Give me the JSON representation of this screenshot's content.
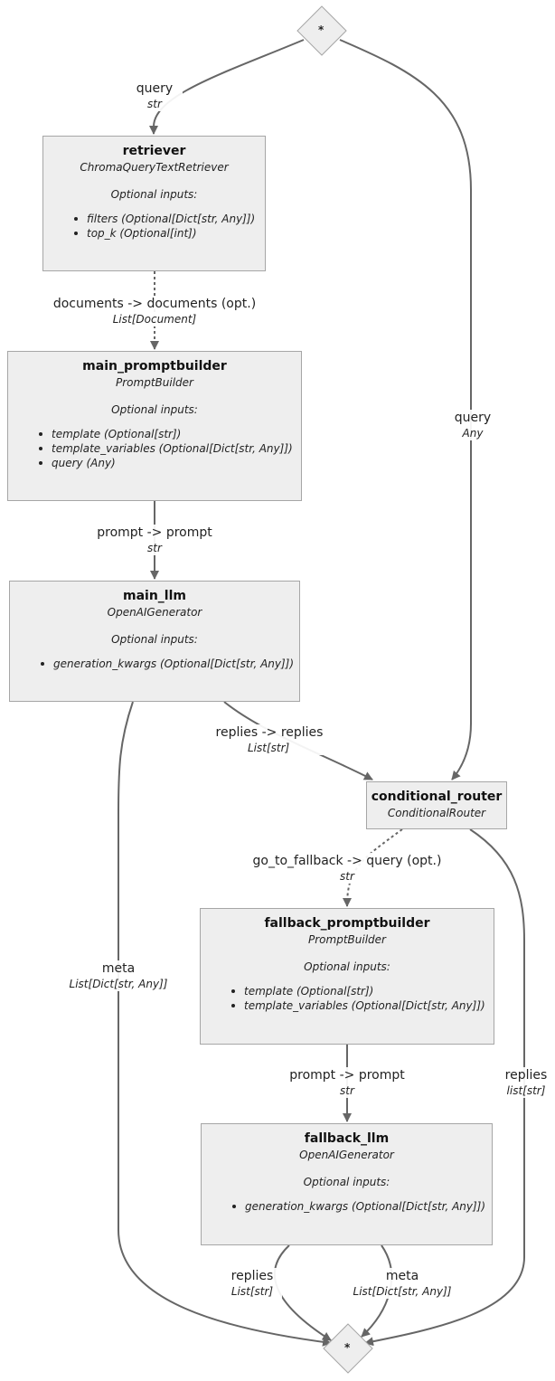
{
  "start_marker": "*",
  "end_marker": "*",
  "optional_label": "Optional inputs:",
  "nodes": {
    "retriever": {
      "name": "retriever",
      "type": "ChromaQueryTextRetriever",
      "inputs": [
        "filters (Optional[Dict[str, Any]])",
        "top_k (Optional[int])"
      ]
    },
    "main_promptbuilder": {
      "name": "main_promptbuilder",
      "type": "PromptBuilder",
      "inputs": [
        "template (Optional[str])",
        "template_variables (Optional[Dict[str, Any]])",
        "query (Any)"
      ]
    },
    "main_llm": {
      "name": "main_llm",
      "type": "OpenAIGenerator",
      "inputs": [
        "generation_kwargs (Optional[Dict[str, Any]])"
      ]
    },
    "conditional_router": {
      "name": "conditional_router",
      "type": "ConditionalRouter"
    },
    "fallback_promptbuilder": {
      "name": "fallback_promptbuilder",
      "type": "PromptBuilder",
      "inputs": [
        "template (Optional[str])",
        "template_variables (Optional[Dict[str, Any]])"
      ]
    },
    "fallback_llm": {
      "name": "fallback_llm",
      "type": "OpenAIGenerator",
      "inputs": [
        "generation_kwargs (Optional[Dict[str, Any]])"
      ]
    }
  },
  "edges": {
    "start_query_retriever": {
      "name": "query",
      "type": "str"
    },
    "start_query_router": {
      "name": "query",
      "type": "Any"
    },
    "retriever_docs": {
      "name": "documents -> documents (opt.)",
      "type": "List[Document]"
    },
    "main_prompt": {
      "name": "prompt -> prompt",
      "type": "str"
    },
    "main_replies": {
      "name": "replies -> replies",
      "type": "List[str]"
    },
    "main_meta": {
      "name": "meta",
      "type": "List[Dict[str, Any]]"
    },
    "router_fallback": {
      "name": "go_to_fallback -> query (opt.)",
      "type": "str"
    },
    "router_replies": {
      "name": "replies",
      "type": "list[str]"
    },
    "fallback_prompt": {
      "name": "prompt -> prompt",
      "type": "str"
    },
    "fallback_replies": {
      "name": "replies",
      "type": "List[str]"
    },
    "fallback_meta": {
      "name": "meta",
      "type": "List[Dict[str, Any]]"
    }
  }
}
